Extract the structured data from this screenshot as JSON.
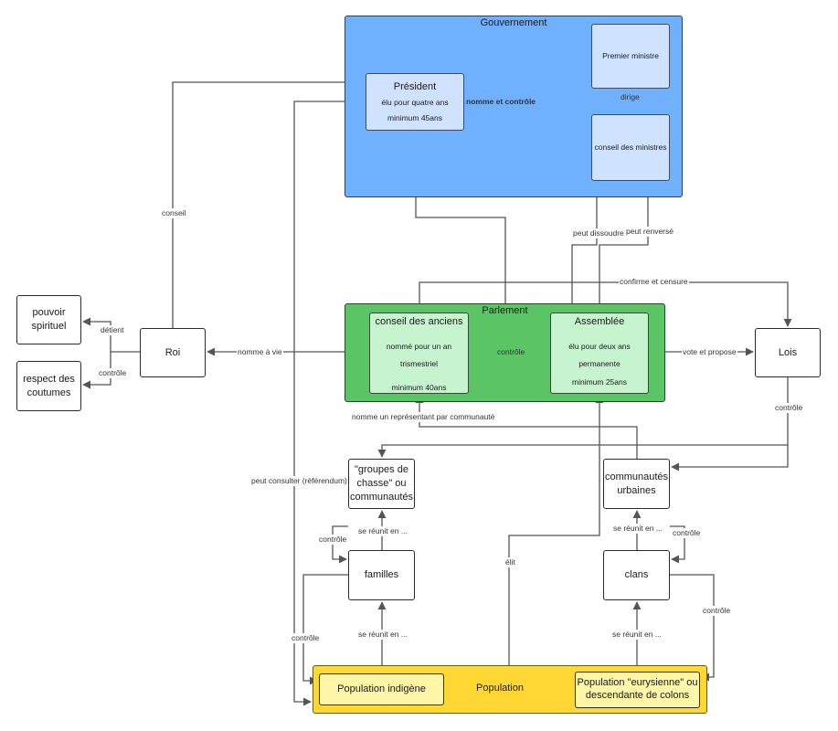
{
  "groups": {
    "gouvernement": "Gouvernement",
    "parlement": "Parlement",
    "population": "Population"
  },
  "nodes": {
    "president": {
      "title": "Président",
      "line1": "élu pour quatre ans",
      "line2": "minimum 45ans"
    },
    "premier_ministre": "Premier ministre",
    "conseil_ministres": "conseil des ministres",
    "conseil_anciens": {
      "title": "conseil des anciens",
      "line1": "nommé pour un an",
      "line2": "trismestriel",
      "line3": "minimum 40ans"
    },
    "assemblee": {
      "title": "Assemblée",
      "line1": "élu pour deux ans",
      "line2": "permanente",
      "line3": "minimum 25ans"
    },
    "pouvoir_spirituel": "pouvoir spirituel",
    "respect_coutumes": "respect des coutumes",
    "roi": "Roi",
    "lois": "Lois",
    "groupes_chasse": "\"groupes de chasse\" ou communautés",
    "communautes_urbaines": "communautés urbaines",
    "familles": "familles",
    "clans": "clans",
    "population_indigene": "Population indigène",
    "population_eurysienne": "Population \"eurysienne\" ou descendante de colons"
  },
  "edge_labels": {
    "nomme_controle": "nomme et contrôle",
    "dirige": "dirige",
    "conseil": "conseil",
    "peut_dissoudre": "peut dissoudre",
    "peut_renverse": "peut renversé",
    "confirme_censure": "confirme et censure",
    "detient": "détient",
    "controle": "contrôle",
    "nomme_a_vie": "nomme à vie",
    "vote_propose": "vote et propose",
    "nomme_representant": "nomme un représentant par communauté",
    "peut_consulter": "peut consulter (référendum)",
    "se_reunit_en": "se réunit en ...",
    "elit": "élit"
  },
  "colors": {
    "gouvernement_fill": "#6fb0ff",
    "parlement_fill": "#5bc465",
    "population_fill": "#ffd833",
    "light_blue": "#cfe2ff",
    "light_green": "#c6f4cf",
    "edge": "#555555"
  }
}
